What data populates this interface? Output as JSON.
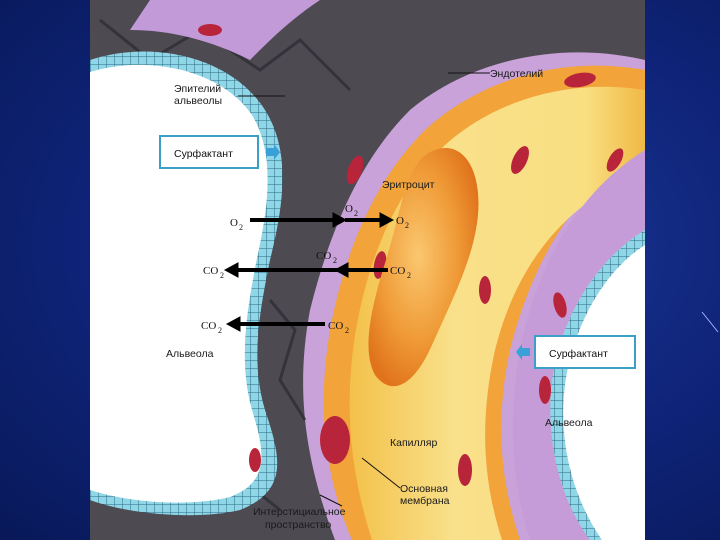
{
  "labels": {
    "epithelium": "Эпителий альвеолы",
    "epithelium_l1": "Эпителий",
    "epithelium_l2": "альвеолы",
    "endothelium": "Эндотелий",
    "surfactant_left": "Сурфактант",
    "surfactant_right": "Сурфактант",
    "erythrocyte": "Эритроцит",
    "alveola_left": "Альвеола",
    "alveola_right": "Альвеола",
    "capillary": "Капилляр",
    "basement_l1": "Основная",
    "basement_l2": "мембрана",
    "interstitial_l1": "Интерстициальное",
    "interstitial_l2": "пространство"
  },
  "gases": {
    "o2_main": "O",
    "o2_sub": "2",
    "co2_main": "CO",
    "co2_sub": "2"
  },
  "colors": {
    "background": "#0f2479",
    "capillary": "#f7d66a",
    "plasma_edge": "#f0a030",
    "erythrocyte": "#ee8a2a",
    "interstitium": "#4a4a4a",
    "epithelium_wall": "#c49ad6",
    "epithelial_border": "#8fd6e6",
    "nucleus": "#b8243a",
    "arrow": "#000000",
    "surfactant_box_border": "#3aa0c8",
    "surfactant_arrow": "#3aa0d8"
  }
}
